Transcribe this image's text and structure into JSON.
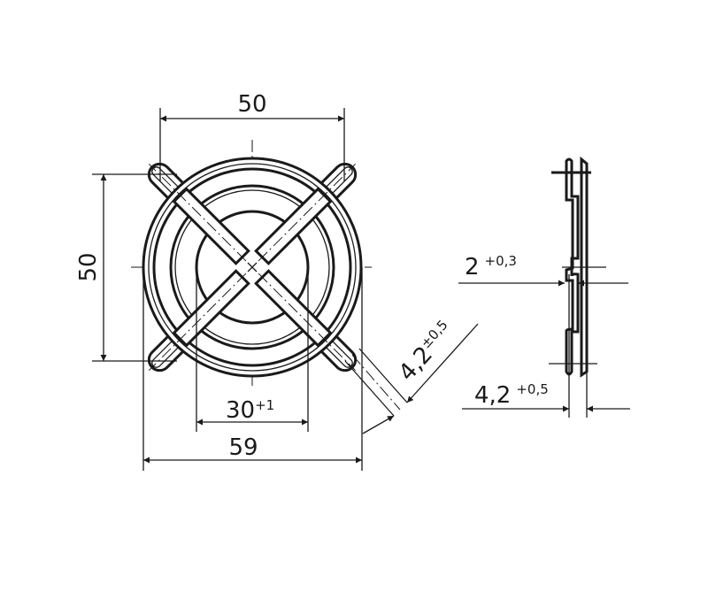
{
  "dimensions": {
    "top_width": {
      "value": "50"
    },
    "left_height": {
      "value": "50"
    },
    "inner_diameter": {
      "value": "30",
      "tolerance": "+1"
    },
    "overall_width": {
      "value": "59"
    },
    "arm_width": {
      "value": "4,2",
      "tolerance": "±0,5"
    },
    "thickness": {
      "value": "2",
      "tolerance": "+0,3"
    },
    "depth": {
      "value": "4,2",
      "tolerance": "+0,5"
    }
  }
}
